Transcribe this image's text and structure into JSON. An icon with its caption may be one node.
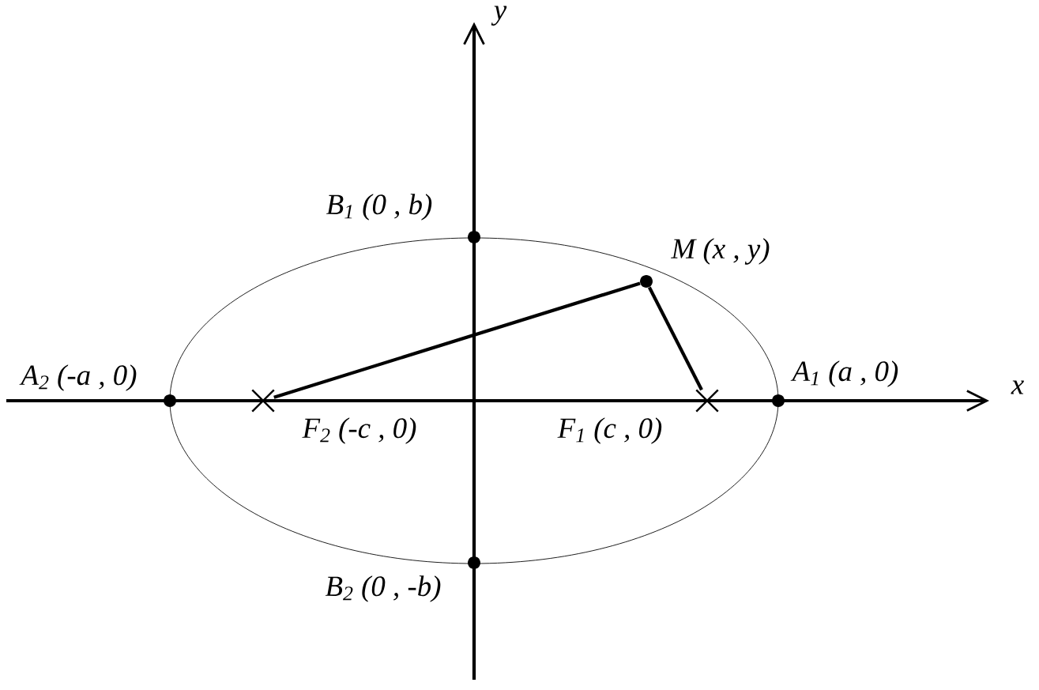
{
  "diagram": {
    "nodes": [
      {
        "text": [],
        "shape": "circle",
        "beside": [
          "B$_{1}$ (0 , b)"
        ]
      },
      {
        "text": [],
        "shape": "circle",
        "beside": [
          "M  (x , y)"
        ]
      },
      {
        "text": [],
        "shape": "circle",
        "beside": [
          "A$_{2}$ (-a , 0)"
        ]
      },
      {
        "text": [],
        "shape": "cross",
        "beside": [
          "F$_{2}$ (-c , 0)"
        ]
      },
      {
        "text": [],
        "shape": "cross",
        "beside": [
          "F$_{1}$ (c , 0)"
        ]
      },
      {
        "text": [],
        "shape": "circle",
        "beside": [
          "A$_{1}$ (a , 0)"
        ]
      },
      {
        "text": [],
        "shape": "circle",
        "beside": [
          "B$_{2}$ (0 , -b)"
        ]
      }
    ],
    "edges": [
      {
        "from": 3,
        "to": 1,
        "arrow": "none"
      },
      {
        "from": 1,
        "to": 4,
        "arrow": "none"
      }
    ],
    "labels": [
      "y",
      "x"
    ]
  }
}
